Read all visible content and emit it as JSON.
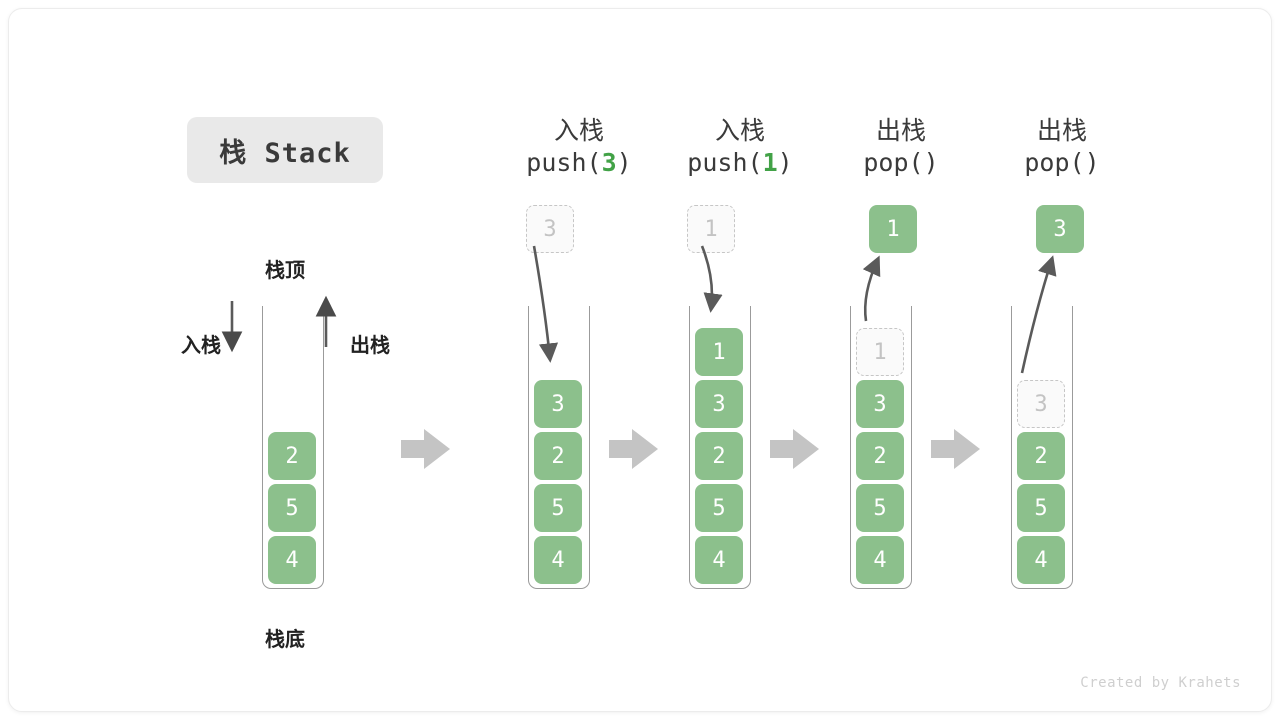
{
  "figure": {
    "title": "栈 Stack",
    "footer": "Created by Krahets",
    "top_label": "栈顶",
    "bottom_label": "栈底",
    "push_label": "入栈",
    "pop_label": "出栈",
    "accent_green": "#8cc08c",
    "code_green": "#42a247",
    "ghost_gray": "#c3c3c3",
    "arrow_gray": "#5a5a5a",
    "transition_arrow_gray": "#c4c4c4"
  },
  "columns": [
    {
      "id": "initial",
      "head_cn": "",
      "head_code": "",
      "top_ghost": null,
      "out_item": null,
      "cells": [
        {
          "value": "2",
          "state": "filled"
        },
        {
          "value": "5",
          "state": "filled"
        },
        {
          "value": "4",
          "state": "filled"
        }
      ]
    },
    {
      "id": "push-3",
      "head_cn": "入栈",
      "head_code": "push(3)",
      "code_prefix": "push(",
      "code_arg": "3",
      "code_suffix": ")",
      "top_ghost": "3",
      "out_item": null,
      "cells": [
        {
          "value": "3",
          "state": "filled"
        },
        {
          "value": "2",
          "state": "filled"
        },
        {
          "value": "5",
          "state": "filled"
        },
        {
          "value": "4",
          "state": "filled"
        }
      ]
    },
    {
      "id": "push-1",
      "head_cn": "入栈",
      "head_code": "push(1)",
      "code_prefix": "push(",
      "code_arg": "1",
      "code_suffix": ")",
      "top_ghost": "1",
      "out_item": null,
      "cells": [
        {
          "value": "1",
          "state": "filled"
        },
        {
          "value": "3",
          "state": "filled"
        },
        {
          "value": "2",
          "state": "filled"
        },
        {
          "value": "5",
          "state": "filled"
        },
        {
          "value": "4",
          "state": "filled"
        }
      ]
    },
    {
      "id": "pop-1",
      "head_cn": "出栈",
      "head_code": "pop()",
      "code_prefix": "pop(",
      "code_arg": "",
      "code_suffix": ")",
      "top_ghost": null,
      "out_item": "1",
      "cells": [
        {
          "value": "1",
          "state": "ghost"
        },
        {
          "value": "3",
          "state": "filled"
        },
        {
          "value": "2",
          "state": "filled"
        },
        {
          "value": "5",
          "state": "filled"
        },
        {
          "value": "4",
          "state": "filled"
        }
      ]
    },
    {
      "id": "pop-3",
      "head_cn": "出栈",
      "head_code": "pop()",
      "code_prefix": "pop(",
      "code_arg": "",
      "code_suffix": ")",
      "top_ghost": null,
      "out_item": "3",
      "cells": [
        {
          "value": "3",
          "state": "ghost"
        },
        {
          "value": "2",
          "state": "filled"
        },
        {
          "value": "5",
          "state": "filled"
        },
        {
          "value": "4",
          "state": "filled"
        }
      ]
    }
  ]
}
